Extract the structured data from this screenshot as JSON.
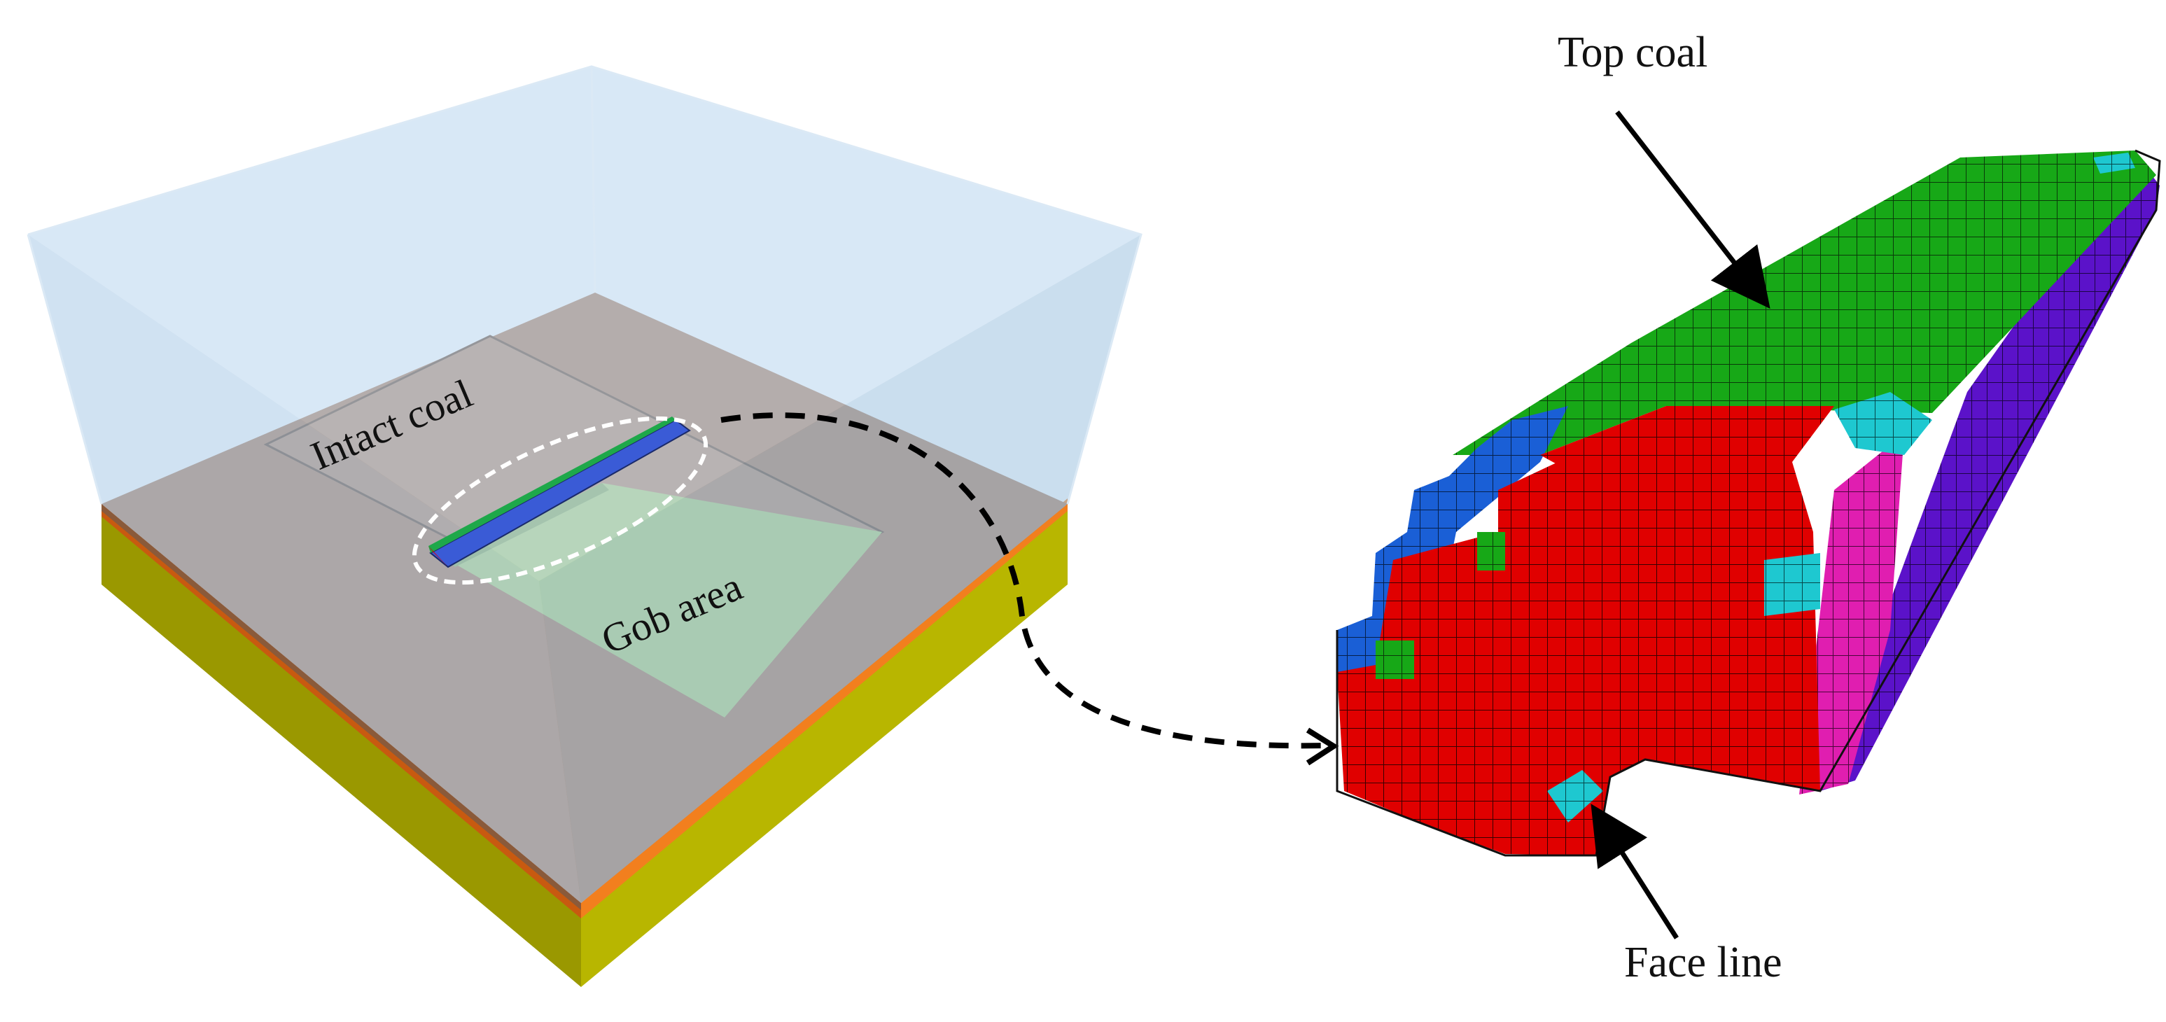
{
  "labels": {
    "intact_coal": "Intact coal",
    "gob_area": "Gob area",
    "top_coal": "Top coal",
    "face_line": "Face line"
  },
  "colors": {
    "overburden": "#a9cbe8",
    "roof_layer": "#b07d5c",
    "gob": "#b5d67d",
    "floor_top": "#f27f1e",
    "floor": "#b8b600",
    "mesh_red": "#e00000",
    "mesh_green": "#17a817",
    "mesh_blue": "#1a5fd6",
    "mesh_purple": "#5b12c9",
    "mesh_magenta": "#e01eb0",
    "mesh_cyan": "#1ec8d0"
  },
  "icons": {
    "leader_arrow": "arrow-icon",
    "callout_ellipse": "dashed-ellipse-icon",
    "callout_curve": "dashed-curved-arrow-icon"
  }
}
